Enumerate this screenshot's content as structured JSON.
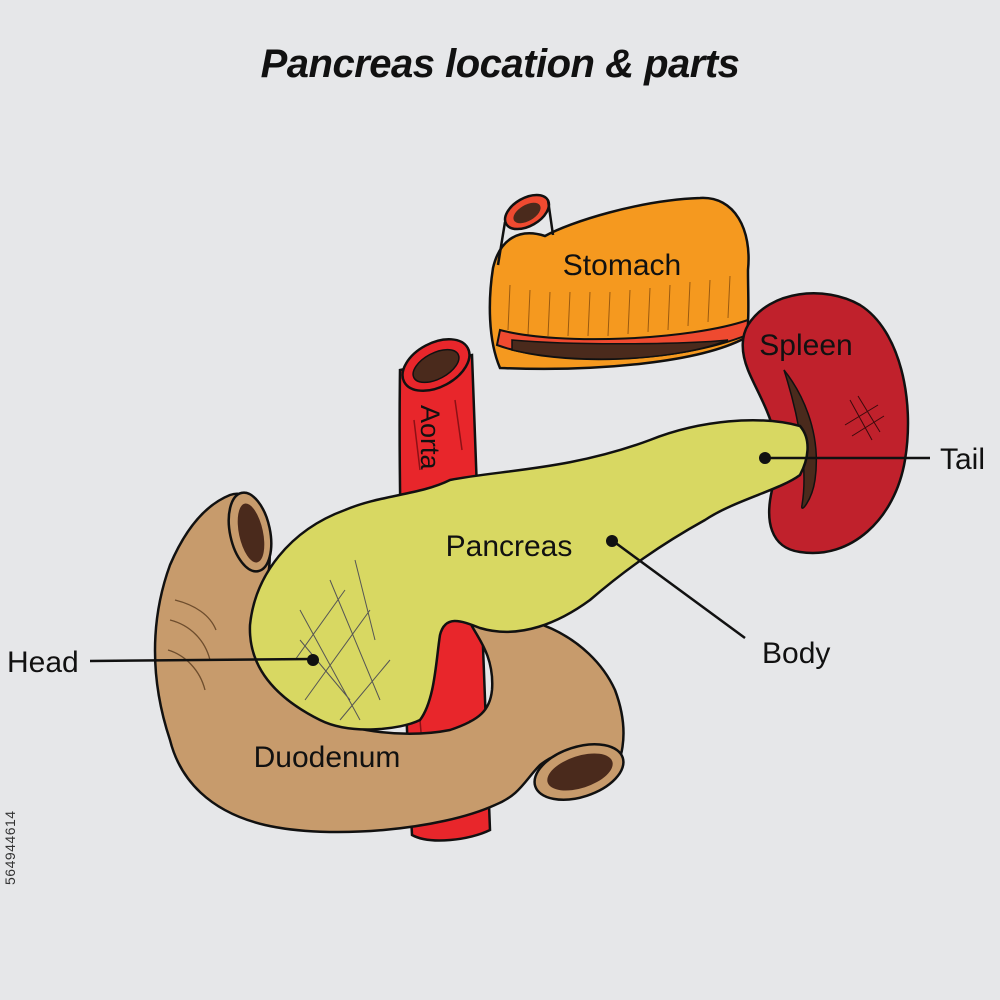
{
  "title": "Pancreas location & parts",
  "stock_id": "564944614",
  "organs": {
    "stomach": "Stomach",
    "spleen": "Spleen",
    "aorta": "Aorta",
    "pancreas": "Pancreas",
    "duodenum": "Duodenum"
  },
  "parts": {
    "head": "Head",
    "body": "Body",
    "tail": "Tail"
  },
  "colors": {
    "background": "#e6e7e9",
    "stomach": "#f5991f",
    "spleen": "#c0212c",
    "aorta": "#e8262b",
    "pancreas": "#d8d862",
    "duodenum": "#c79b6c",
    "lumen": "#4a2a1c"
  }
}
